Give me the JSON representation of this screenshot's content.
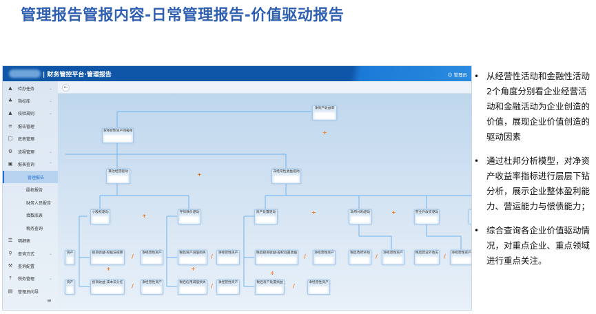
{
  "slide_title": "管理报告管报内容-日常管理报告-价值驱动报告",
  "app": {
    "title": "| 财务管控平台·管理报告",
    "user": "管理员",
    "user_icon": "user-icon"
  },
  "sidebar": {
    "items": [
      {
        "label": "待办任务",
        "icon": "bell-icon"
      },
      {
        "label": "指标库",
        "icon": "cluster-icon"
      },
      {
        "label": "校验规则",
        "icon": "hierarchy-icon"
      },
      {
        "label": "报告管理",
        "icon": "sliders-icon"
      },
      {
        "label": "底表管理",
        "icon": "document-icon"
      },
      {
        "label": "流程管理",
        "icon": "gear-icon"
      },
      {
        "label": "报表查询",
        "icon": "binoculars-icon"
      },
      {
        "label": "管理报告"
      },
      {
        "label": "股权报告"
      },
      {
        "label": "财务人员报告"
      },
      {
        "label": "填数底表"
      },
      {
        "label": "税务查询"
      },
      {
        "label": "明细表",
        "icon": "list-icon"
      },
      {
        "label": "查询方式",
        "icon": "search-icon"
      },
      {
        "label": "查询配置",
        "icon": "wrench-icon"
      },
      {
        "label": "税务管理",
        "icon": "upload-icon"
      },
      {
        "label": "管理员向导",
        "icon": "guide-icon"
      }
    ],
    "active": "管理报告"
  },
  "tree": {
    "root": "净资产收益率",
    "l1": "净经营性资产回报率",
    "l2": [
      "其他经营驱动",
      "非经常性收益驱动"
    ],
    "l3": [
      "小股权驱动",
      "存货跌价驱动",
      "资产处置驱动",
      "政府补助驱动",
      "营业外收支驱动"
    ],
    "row4": [
      "资产",
      "投资收益-权益法核算",
      "净经营性资产",
      "税后资产减值损失",
      "净经营性资产",
      "税后投资收益-股权处置收益",
      "净经营性资产",
      "税后政府补助",
      "净经营性资产",
      "税后营业外收支",
      "净经营性资产"
    ],
    "row5": [
      "资产",
      "投资收益-成本法分红",
      "净经营性资产",
      "税后信用减值损失",
      "净经营性资产",
      "税后资产处置损益",
      "净经营性资产"
    ],
    "plus": "+",
    "divide": "/"
  },
  "bullets": [
    "从经营性活动和金融性活动2个角度分别看企业经营活动和金融活动为企业创造的价值，展现企业价值创造的驱动因素",
    "通过杜邦分析模型，对净资产收益率指标进行层层下钻分析，展示企业整体盈利能力、营运能力与偿债能力；",
    "综合查询各企业价值驱动情况，对重点企业、重点领域进行重点关注。"
  ],
  "colors": {
    "title": "#2f5fb0",
    "header": "#0f56a8",
    "line": "#6fb3ee",
    "operator": "#f07a22"
  }
}
